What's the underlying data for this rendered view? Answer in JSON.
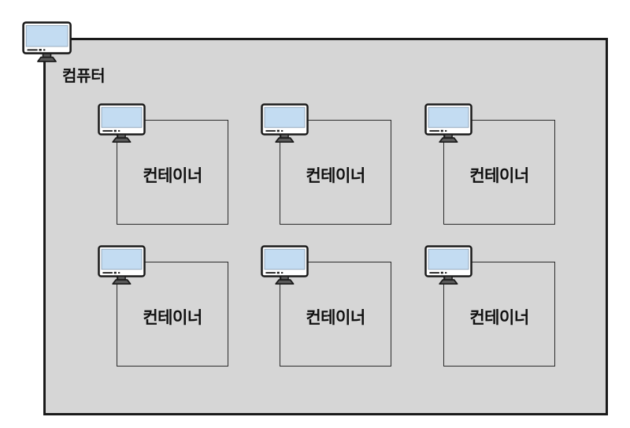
{
  "diagram": {
    "type": "container-architecture-diagram",
    "language": "ko",
    "outer": {
      "label": "컴퓨터",
      "icon": "monitor-icon",
      "fill_color": "#d6d6d6",
      "border_color": "#1a1a1a"
    },
    "containers": [
      {
        "label": "컨테이너",
        "icon": "monitor-icon",
        "row": 1,
        "col": 1
      },
      {
        "label": "컨테이너",
        "icon": "monitor-icon",
        "row": 1,
        "col": 2
      },
      {
        "label": "컨테이너",
        "icon": "monitor-icon",
        "row": 1,
        "col": 3
      },
      {
        "label": "컨테이너",
        "icon": "monitor-icon",
        "row": 2,
        "col": 1
      },
      {
        "label": "컨테이너",
        "icon": "monitor-icon",
        "row": 2,
        "col": 2
      },
      {
        "label": "컨테이너",
        "icon": "monitor-icon",
        "row": 2,
        "col": 3
      }
    ],
    "colors": {
      "screen_fill": "#c3dcf2",
      "bezel_stroke": "#1a1a1a",
      "bezel_fill": "#ffffff",
      "stand_fill": "#5a5a5a",
      "background": "#ffffff",
      "box_fill": "#d6d6d6"
    }
  }
}
